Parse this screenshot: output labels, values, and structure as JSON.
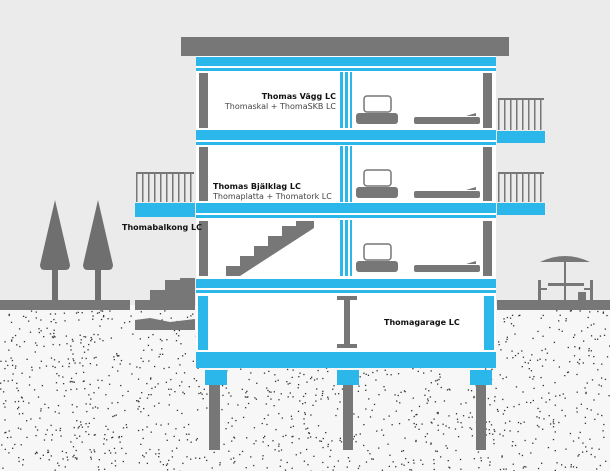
{
  "colors": {
    "blue": "#2bb7ea",
    "gray": "#777777",
    "sky": "#ebebeb",
    "ground": "#f7f7f7"
  },
  "labels": {
    "wall_title": "Thomas Vägg LC",
    "wall_sub": "Thomaskal + ThomaSKB LC",
    "floor_title": "Thomas Bjälklag LC",
    "floor_sub": "Thomaplatta + Thomatork LC",
    "balcony": "Thomabalkong LC",
    "garage": "Thomagarage LC"
  }
}
